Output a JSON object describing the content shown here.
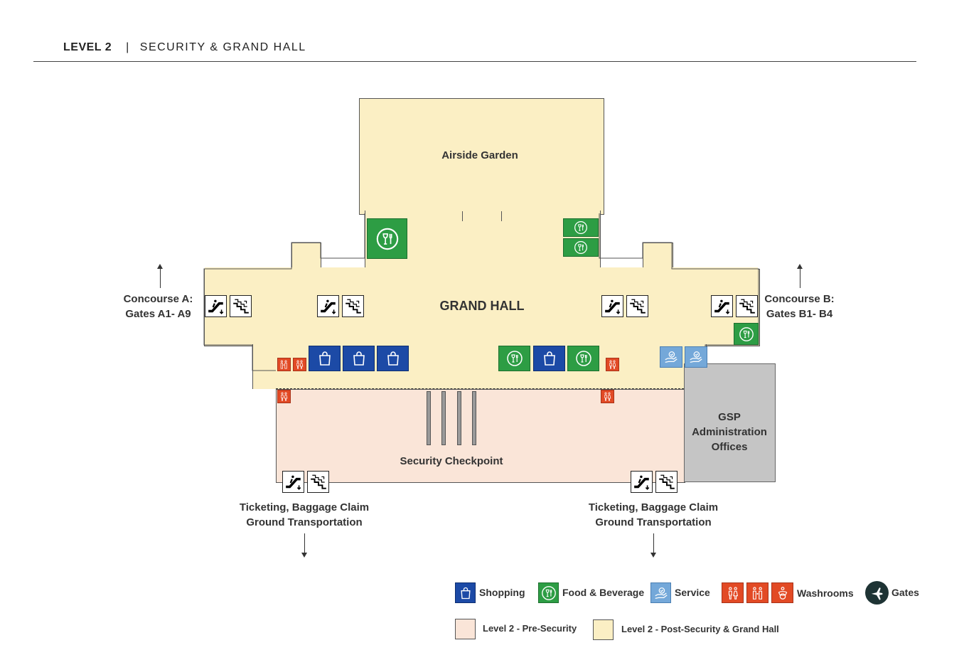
{
  "header": {
    "level": "LEVEL 2",
    "separator": "|",
    "title": "SECURITY & GRAND HALL"
  },
  "areas": {
    "airside_garden": "Airside Garden",
    "grand_hall": "GRAND HALL",
    "security_checkpoint": "Security Checkpoint",
    "gsp_offices": [
      "GSP",
      "Administration",
      "Offices"
    ]
  },
  "directions": {
    "concourse_a": [
      "Concourse A:",
      "Gates A1- A9"
    ],
    "concourse_b": [
      "Concourse B:",
      "Gates B1- B4"
    ],
    "exit_left": [
      "Ticketing, Baggage Claim",
      "Ground Transportation"
    ],
    "exit_right": [
      "Ticketing, Baggage Claim",
      "Ground Transportation"
    ]
  },
  "legend": {
    "shopping": "Shopping",
    "food": "Food & Beverage",
    "service": "Service",
    "washrooms": "Washrooms",
    "gates": "Gates",
    "pre_security": "Level 2 - Pre-Security",
    "post_security": "Level 2 - Post-Security & Grand Hall"
  },
  "colors": {
    "post_security": "#fbefc4",
    "pre_security": "#fae5d8",
    "admin": "#c5c5c5",
    "shopping": "#1c4aa6",
    "food": "#2d9d44",
    "service": "#74a8d9",
    "washrooms": "#e24a25",
    "gates": "#1e3334"
  },
  "icons": {
    "shopping": "shopping-bag-icon",
    "food": "wine-glass-fork-icon",
    "service": "service-hand-icon",
    "washroom": "washroom-icon",
    "family_washroom": "family-washroom-icon",
    "escalator": "escalator-icon",
    "stairs": "stairs-icon",
    "gates": "airplane-icon"
  }
}
